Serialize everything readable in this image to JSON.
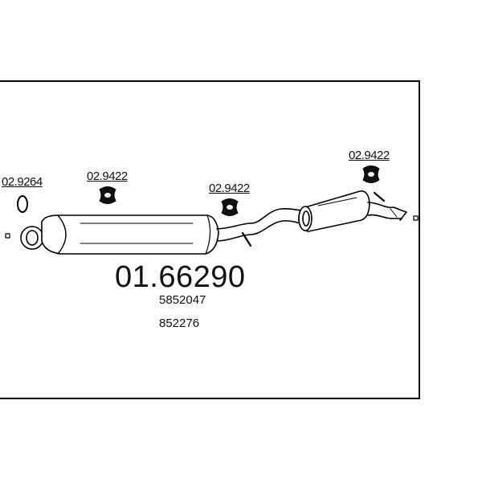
{
  "diagram": {
    "main_part_number": "01.66290",
    "oe_numbers": [
      "5852047",
      "852276"
    ],
    "parts": [
      {
        "number": "02.9264",
        "icon": "ring-gasket-icon"
      },
      {
        "number": "02.9422",
        "icon": "rubber-hanger-icon"
      },
      {
        "number": "02.9422",
        "icon": "rubber-hanger-icon"
      },
      {
        "number": "02.9422",
        "icon": "rubber-hanger-icon"
      }
    ],
    "colors": {
      "line": "#000000",
      "background": "#ffffff"
    }
  }
}
